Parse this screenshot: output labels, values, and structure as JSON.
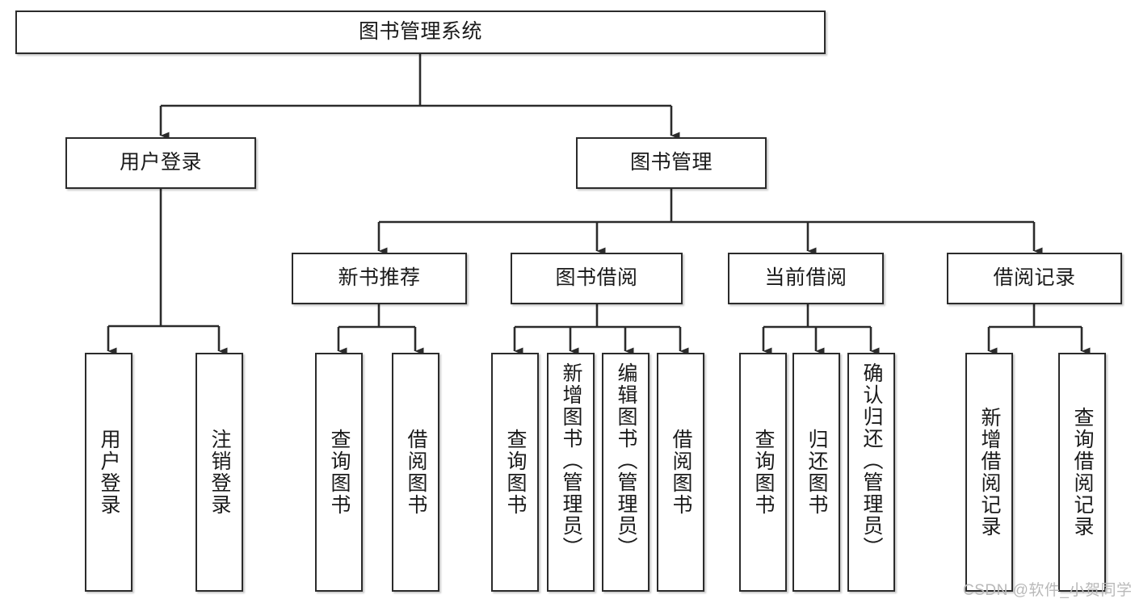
{
  "diagram": {
    "title": "图书管理系统",
    "type": "tree",
    "watermark": "CSDN @软件_小贺同学",
    "colors": {
      "box_border": "#2b2b2b",
      "box_fill": "#ffffff",
      "edge": "#2b2b2b",
      "text": "#1a1a1a",
      "watermark": "#b9b9b9"
    },
    "nodes": {
      "root": "图书管理系统",
      "level2": [
        {
          "label": "用户登录"
        },
        {
          "label": "图书管理"
        }
      ],
      "level3": [
        {
          "label": "新书推荐"
        },
        {
          "label": "图书借阅"
        },
        {
          "label": "当前借阅"
        },
        {
          "label": "借阅记录"
        }
      ],
      "leaves_user_login": [
        {
          "label": "用户登录"
        },
        {
          "label": "注销登录"
        }
      ],
      "leaves_new_book": [
        {
          "label": "查询图书"
        },
        {
          "label": "借阅图书"
        }
      ],
      "leaves_borrow": [
        {
          "label": "查询图书"
        },
        {
          "label": "新增图书（管理员）"
        },
        {
          "label": "编辑图书（管理员）"
        },
        {
          "label": "借阅图书"
        }
      ],
      "leaves_current": [
        {
          "label": "查询图书"
        },
        {
          "label": "归还图书"
        },
        {
          "label": "确认归还（管理员）"
        }
      ],
      "leaves_records": [
        {
          "label": "新增借阅记录"
        },
        {
          "label": "查询借阅记录"
        }
      ]
    }
  }
}
